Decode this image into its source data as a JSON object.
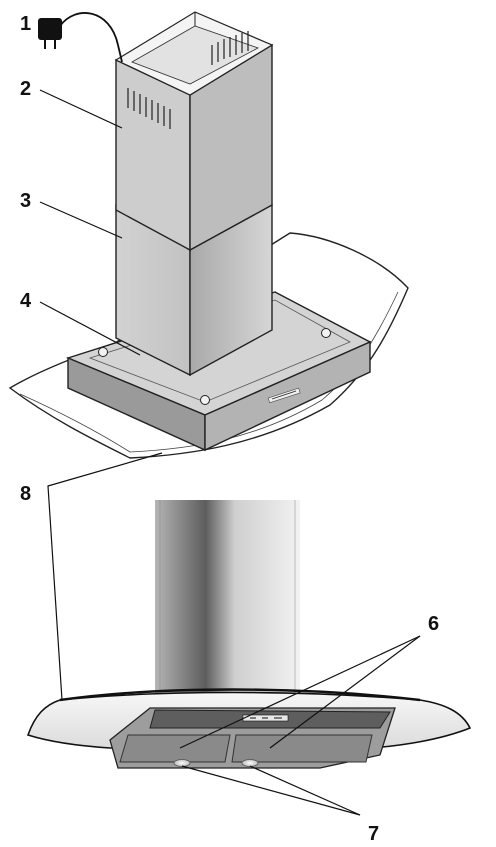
{
  "callouts": {
    "c1": "1",
    "c2": "2",
    "c3": "3",
    "c4": "4",
    "c6": "6",
    "c7": "7",
    "c8": "8"
  },
  "colors": {
    "steel_light": "#d9d9d9",
    "steel_mid": "#bdbdbd",
    "steel_dark": "#8e8e8e",
    "outline": "#222222",
    "glass": "#f3f3f3"
  }
}
